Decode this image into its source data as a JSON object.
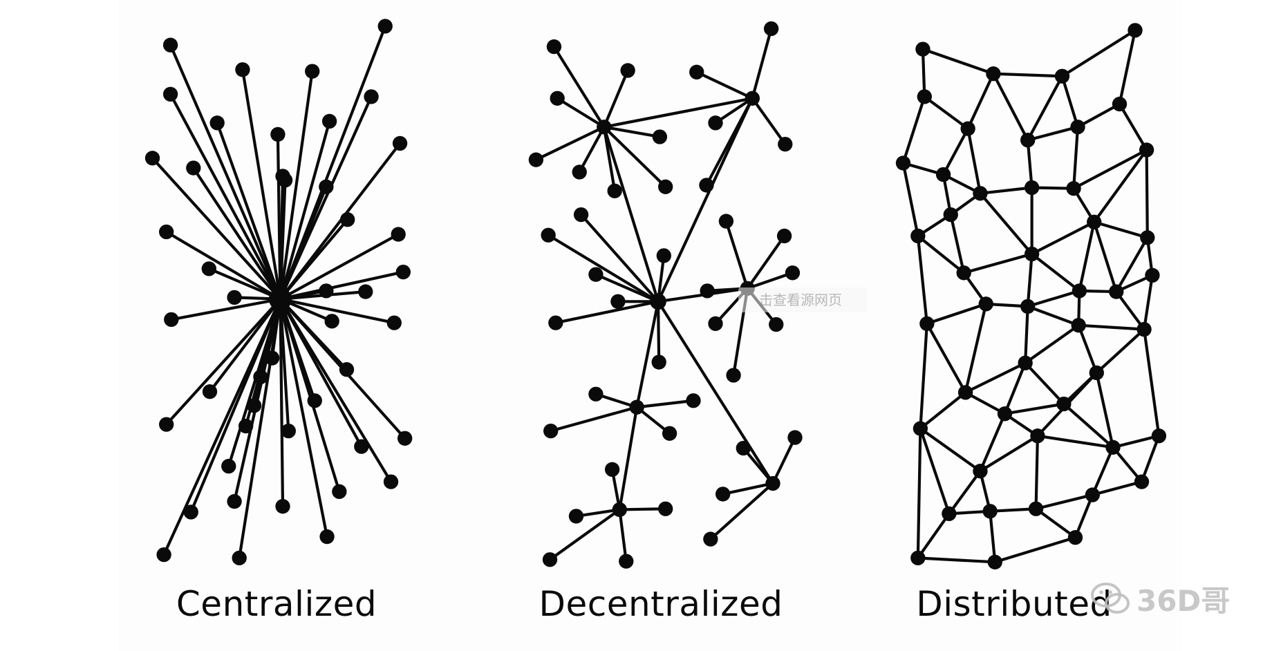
{
  "captions": {
    "centralized": "Centralized",
    "decentralized": "Decentralized",
    "distributed": "Distributed"
  },
  "overlay": {
    "label": "击查看源网页"
  },
  "watermark": {
    "text": "36D哥",
    "icon": "wechat-icon"
  },
  "colors": {
    "ink": "#0a0a0a",
    "background": "#ffffff",
    "watermark": "#bebebe"
  }
}
